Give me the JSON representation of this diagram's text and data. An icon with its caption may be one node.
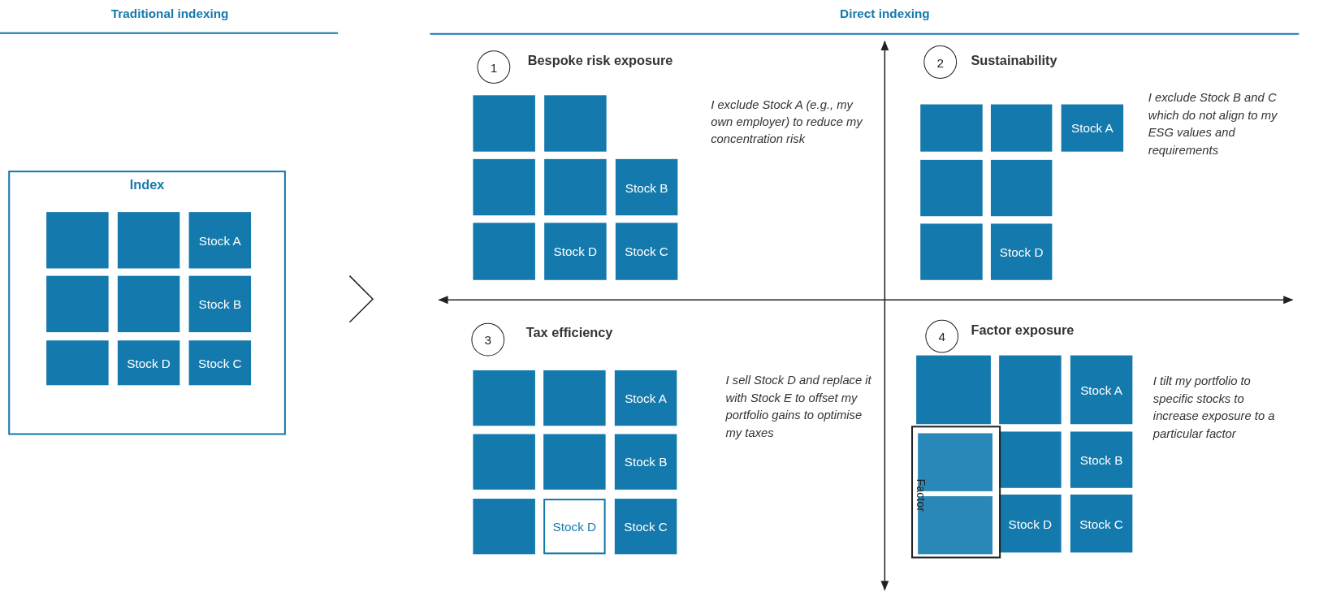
{
  "diagram": {
    "nodes": [
      {
        "text": [
          "Index"
        ]
      },
      {
        "text": [],
        "shape": "box",
        "in": 0
      },
      {
        "text": [],
        "shape": "box",
        "in": 0
      },
      {
        "text": [
          "Stock A"
        ],
        "in": 0
      },
      {
        "text": [],
        "shape": "box",
        "in": 0
      },
      {
        "text": [],
        "shape": "box",
        "in": 0
      },
      {
        "text": [
          "Stock B"
        ],
        "in": 0
      },
      {
        "text": [],
        "shape": "box",
        "in": 0
      },
      {
        "text": [
          "Stock D"
        ],
        "in": 0
      },
      {
        "text": [
          "Stock C"
        ],
        "in": 0
      },
      {
        "text": [
          "1"
        ]
      },
      {
        "text": [],
        "shape": "box"
      },
      {
        "text": [],
        "shape": "box"
      },
      {
        "text": [],
        "shape": "box"
      },
      {
        "text": [],
        "shape": "box"
      },
      {
        "text": [
          "Stock B"
        ]
      },
      {
        "text": [],
        "shape": "box"
      },
      {
        "text": [
          "Stock D"
        ]
      },
      {
        "text": [
          "Stock C"
        ]
      },
      {
        "text": [
          "2"
        ]
      },
      {
        "text": [],
        "shape": "box"
      },
      {
        "text": [],
        "shape": "box"
      },
      {
        "text": [
          "Stock A"
        ]
      },
      {
        "text": [],
        "shape": "box"
      },
      {
        "text": [],
        "shape": "box"
      },
      {
        "text": [],
        "shape": "box"
      },
      {
        "text": [
          "Stock D"
        ]
      },
      {
        "text": [
          "3"
        ]
      },
      {
        "text": [],
        "shape": "box"
      },
      {
        "text": [],
        "shape": "box"
      },
      {
        "text": [
          "Stock A"
        ]
      },
      {
        "text": [],
        "shape": "box"
      },
      {
        "text": [],
        "shape": "box"
      },
      {
        "text": [
          "Stock B"
        ]
      },
      {
        "text": [],
        "shape": "box"
      },
      {
        "text": [
          "Stock D"
        ]
      },
      {
        "text": [
          "Stock C"
        ]
      },
      {
        "text": [
          "4"
        ]
      },
      {
        "text": [],
        "shape": "box"
      },
      {
        "text": [],
        "shape": "box"
      },
      {
        "text": [
          "Stock A"
        ]
      },
      {
        "text": [
          "Factor"
        ]
      },
      {
        "text": [],
        "shape": "box",
        "in": 41
      },
      {
        "text": [],
        "shape": "box",
        "in": 41
      },
      {
        "text": [],
        "shape": "box"
      },
      {
        "text": [
          "Stock B"
        ]
      },
      {
        "text": [
          "Stock D"
        ]
      },
      {
        "text": [
          "Stock C"
        ]
      }
    ],
    "labels": [
      "Traditional indexing",
      "Direct indexing",
      "Bespoke risk exposure",
      "I exclude Stock A (e.g., my own employer) to reduce my concentration risk",
      "Sustainability",
      "I exclude Stock B and C which do not align to my ESG values and requirements",
      "Tax efficiency",
      "I sell Stock D and replace it with Stock E to offset my portfolio gains to optimise my taxes",
      "Factor exposure",
      "I tilt my portfolio to specific stocks to increase exposure to a particular factor"
    ]
  }
}
